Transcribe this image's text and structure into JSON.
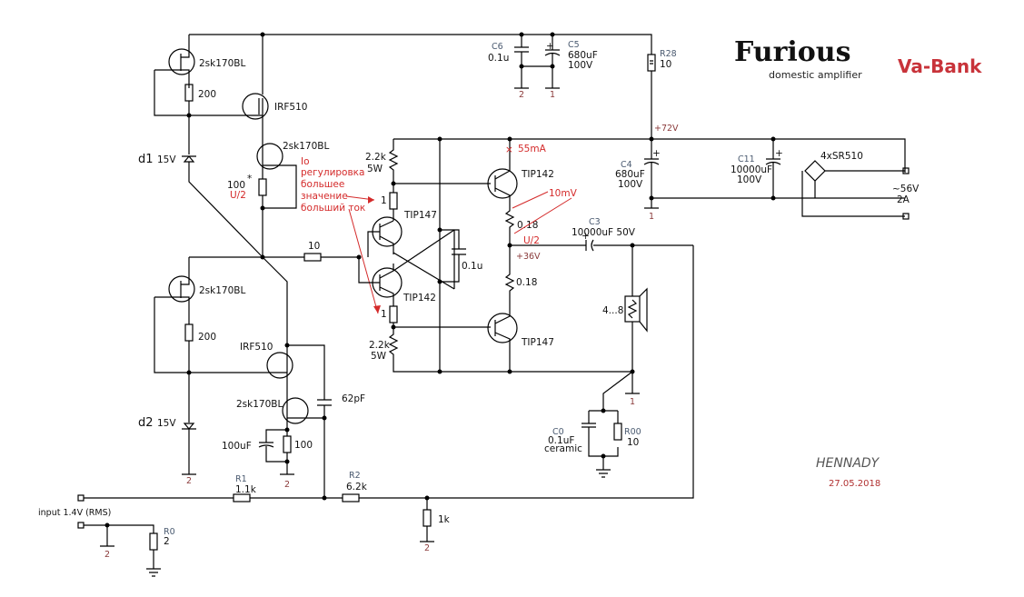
{
  "title": {
    "main": "Furious",
    "subtitle": "domestic amplifier",
    "brand": "Va-Bank",
    "author": "HENNADY",
    "date": "27.05.2018"
  },
  "colors": {
    "wire": "#000000",
    "annotation": "#d42a2a",
    "net_label": "#8a3a3a",
    "ref_label": "#4a5a70",
    "brand": "#c8333a"
  },
  "components": {
    "jfet_top1": "2sk170BL",
    "r_200_top": "200",
    "mosfet_top": "IRF510",
    "jfet_top2": "2sk170BL",
    "r_100_top": "100",
    "r_100_star": "*",
    "u_half_left": "U/2",
    "zener_d1_ref": "d1",
    "zener_d1_val": "15V",
    "r_10_base": "10",
    "jfet_bot1": "2sk170BL",
    "r_200_bot": "200",
    "mosfet_bot": "IRF510",
    "jfet_bot2": "2sk170BL",
    "zener_d2_ref": "d2",
    "zener_d2_val": "15V",
    "cap_100uf": "100uF",
    "r_100_bot": "100",
    "cap_62pf": "62pF",
    "r1_ref": "R1",
    "r1_val": "1.1k",
    "r2_ref": "R2",
    "r2_val": "6.2k",
    "r_1k": "1k",
    "r0_ref": "R0",
    "r0_val": "2",
    "input_label": "input 1.4V (RMS)",
    "r_22k_top": "2.2k",
    "r_22k_top_w": "5W",
    "r_1_top": "1",
    "q_tip147_drv": "TIP147",
    "q_tip142_drv": "TIP142",
    "r_1_bot": "1",
    "r_22k_bot": "2.2k",
    "r_22k_bot_w": "5W",
    "cap_01u": "0.1u",
    "q_tip142_out": "TIP142",
    "r_018_top": "0.18",
    "r_018_bot": "0.18",
    "q_tip147_out": "TIP147",
    "c3_ref": "C3",
    "c3_val": "10000uF 50V",
    "speaker": "4...8",
    "c0_ref": "C0",
    "c0_val": "0.1uF",
    "c0_type": "ceramic",
    "r00_ref": "R00",
    "r00_val": "10",
    "c6_ref": "C6",
    "c6_val": "0.1u",
    "c5_ref": "C5",
    "c5_val": "680uF",
    "c5_v": "100V",
    "r28_ref": "R28",
    "r28_val": "10",
    "c4_ref": "C4",
    "c4_val": "680uF",
    "c4_v": "100V",
    "c11_ref": "C11",
    "c11_val": "10000uF",
    "c11_v": "100V",
    "bridge": "4xSR510",
    "supply_v": "~56V",
    "supply_a": "2A"
  },
  "nets": {
    "gnd1": "1",
    "gnd2": "2",
    "v72": "+72V",
    "v36": "+36V"
  },
  "annotations": {
    "bias_current": "55mA",
    "bias_voltage": "10mV",
    "u_half_right": "U/2",
    "io_note": [
      "Io",
      "регулировка",
      "большее",
      "значение",
      "больший ток"
    ]
  }
}
